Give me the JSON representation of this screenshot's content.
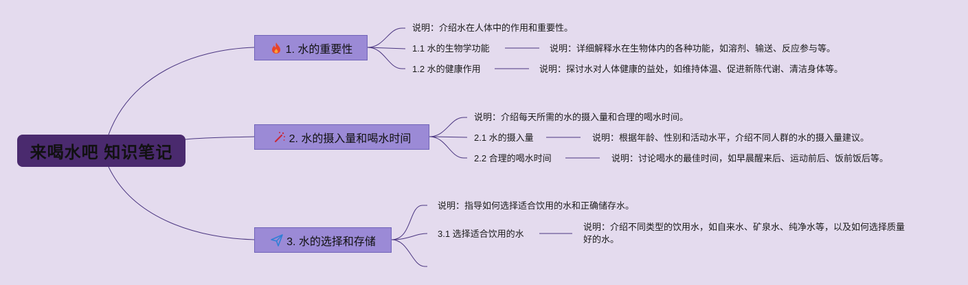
{
  "root": {
    "title": "来喝水吧 知识笔记"
  },
  "colors": {
    "background": "#e4dbee",
    "root_fill": "#4a2a6e",
    "branch_fill": "#9b8ad6",
    "line": "#4a3580"
  },
  "branches": [
    {
      "label": "1. 水的重要性",
      "icon": "fire-icon",
      "desc": "说明：介绍水在人体中的作用和重要性。",
      "subs": [
        {
          "label": "1.1 水的生物学功能",
          "desc": "说明：详细解释水在生物体内的各种功能，如溶剂、输送、反应参与等。"
        },
        {
          "label": "1.2 水的健康作用",
          "desc": "说明：探讨水对人体健康的益处，如维持体温、促进新陈代谢、清洁身体等。"
        }
      ]
    },
    {
      "label": "2. 水的摄入量和喝水时间",
      "icon": "magic-wand-icon",
      "desc": "说明：介绍每天所需的水的摄入量和合理的喝水时间。",
      "subs": [
        {
          "label": "2.1 水的摄入量",
          "desc": "说明：根据年龄、性别和活动水平，介绍不同人群的水的摄入量建议。"
        },
        {
          "label": "2.2 合理的喝水时间",
          "desc": "说明：讨论喝水的最佳时间，如早晨醒来后、运动前后、饭前饭后等。"
        }
      ]
    },
    {
      "label": "3. 水的选择和存储",
      "icon": "paper-plane-icon",
      "desc": "说明：指导如何选择适合饮用的水和正确储存水。",
      "subs": [
        {
          "label": "3.1 选择适合饮用的水",
          "desc": "说明：介绍不同类型的饮用水，如自来水、矿泉水、纯净水等，以及如何选择质量好的水。"
        }
      ]
    }
  ]
}
